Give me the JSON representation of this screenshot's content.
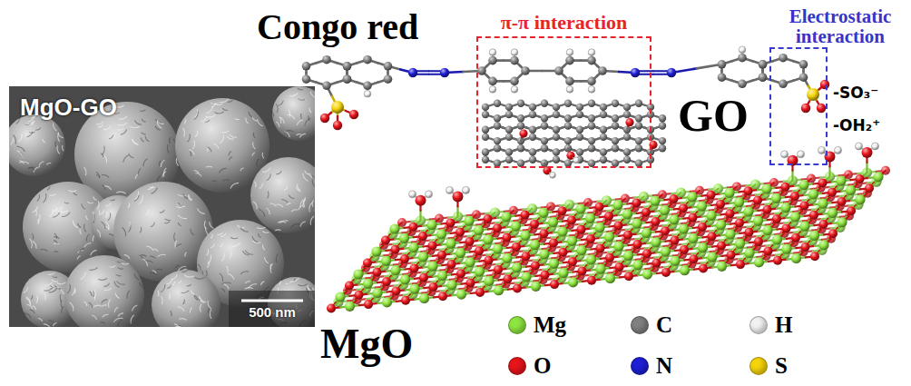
{
  "diagram": {
    "nodes": [
      {
        "text": [
          "MgO-GO",
          "500 nm"
        ]
      },
      {
        "text": [
          "π-π interaction"
        ]
      },
      {
        "text": [
          "Electrostatic interaction"
        ]
      }
    ],
    "labels": [
      "Congo red",
      "GO",
      "-SO₃⁻",
      "-OH₂⁺",
      "MgO"
    ],
    "legend": [
      {
        "text": "Mg",
        "color": "#8ee53f"
      },
      {
        "text": "C",
        "color": "#808080"
      },
      {
        "text": "H",
        "color": "#f2f2f2"
      },
      {
        "text": "O",
        "color": "#e8141b"
      },
      {
        "text": "N",
        "color": "#1f1fd6"
      },
      {
        "text": "S",
        "color": "#f6d40a"
      }
    ]
  }
}
